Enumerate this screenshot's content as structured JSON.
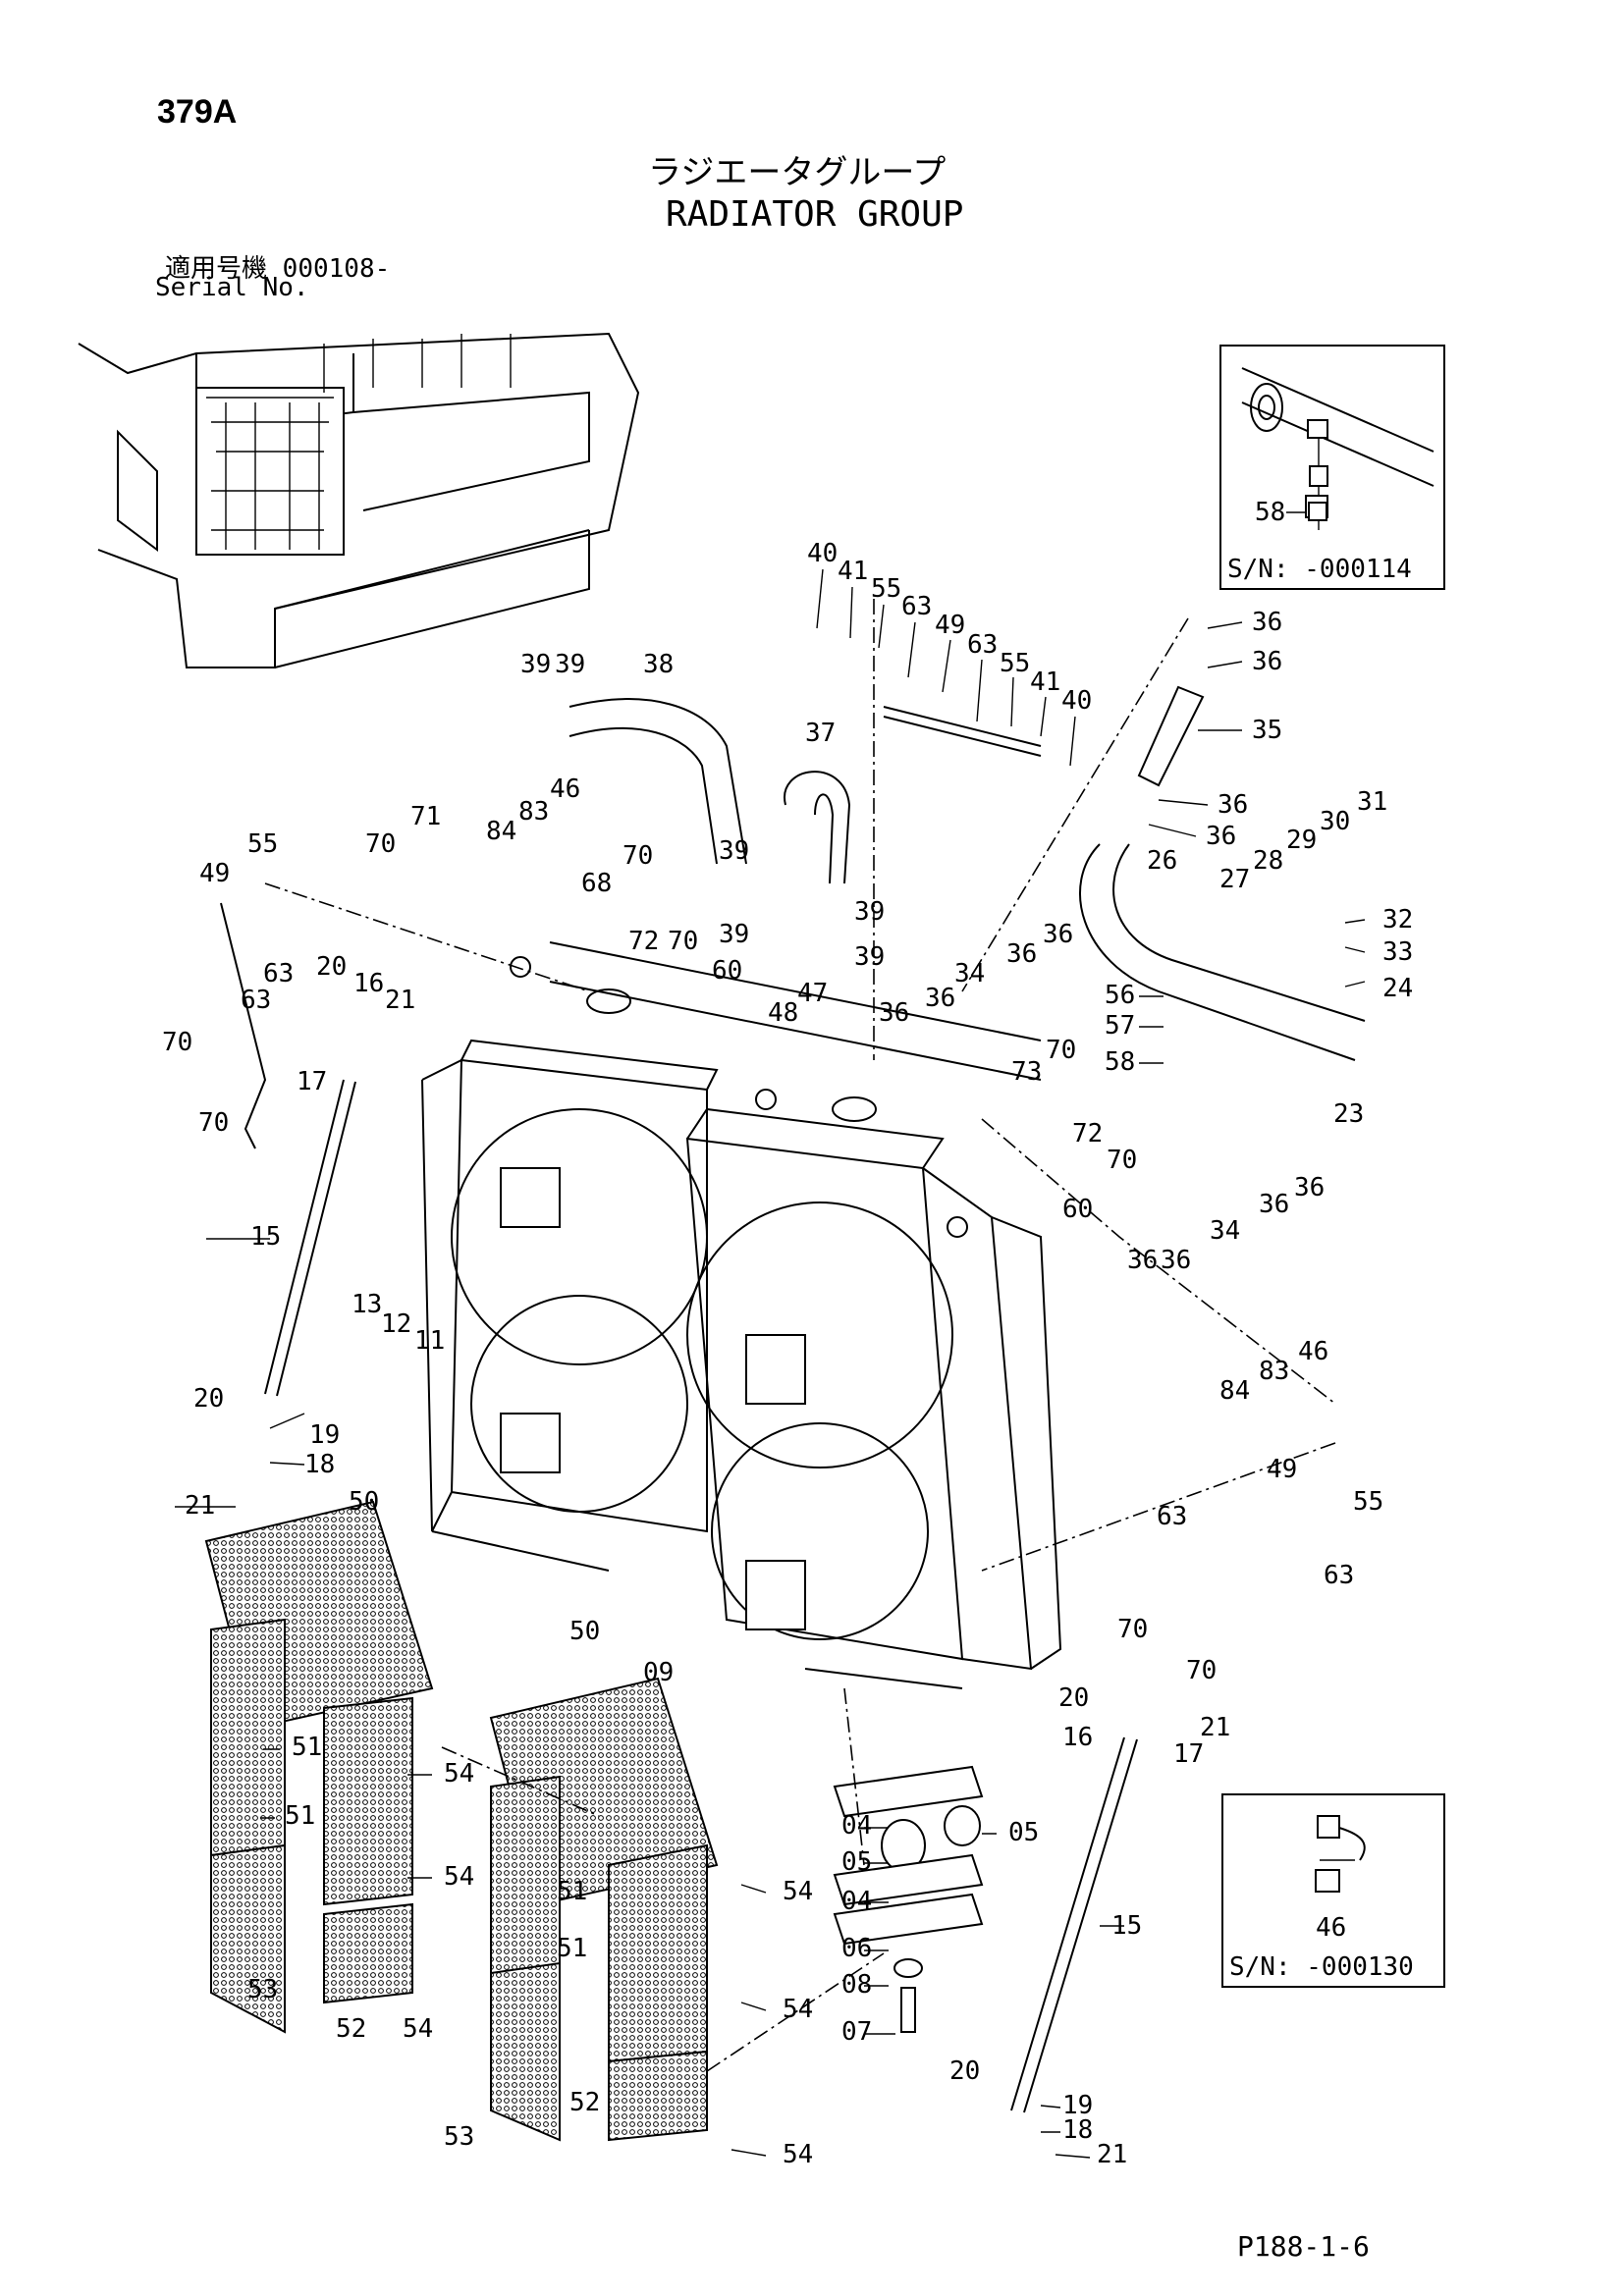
{
  "header": {
    "page_id": "379A",
    "title_jp": "ラジエータグループ",
    "title_en": "RADIATOR GROUP",
    "serial_label_jp": "適用号機",
    "serial_value": "000108-",
    "serial_label_en": "Serial No."
  },
  "insets": [
    {
      "serial": "S/N:  -000114",
      "labels": [
        "58"
      ]
    },
    {
      "serial": "S/N:  -000130",
      "labels": [
        "46"
      ]
    }
  ],
  "footer": {
    "page_ref": "P188-1-6"
  },
  "callouts": [
    "40",
    "41",
    "55",
    "63",
    "49",
    "63",
    "55",
    "41",
    "40",
    "39",
    "39",
    "38",
    "37",
    "36",
    "36",
    "35",
    "36",
    "36",
    "31",
    "30",
    "29",
    "28",
    "27",
    "26",
    "32",
    "33",
    "24",
    "56",
    "57",
    "58",
    "23",
    "84",
    "83",
    "46",
    "70",
    "71",
    "70",
    "68",
    "72",
    "70",
    "60",
    "39",
    "39",
    "39",
    "39",
    "55",
    "49",
    "63",
    "63",
    "70",
    "70",
    "20",
    "16",
    "21",
    "17",
    "15",
    "13",
    "12",
    "11",
    "48",
    "47",
    "36",
    "36",
    "34",
    "36",
    "36",
    "73",
    "70",
    "72",
    "70",
    "60",
    "36",
    "36",
    "34",
    "36",
    "36",
    "84",
    "83",
    "46",
    "20",
    "19",
    "18",
    "21",
    "50",
    "50",
    "49",
    "55",
    "63",
    "63",
    "70",
    "70",
    "51",
    "51",
    "53",
    "52",
    "54",
    "54",
    "54",
    "09",
    "04",
    "05",
    "05",
    "04",
    "06",
    "08",
    "07",
    "51",
    "51",
    "53",
    "52",
    "54",
    "54",
    "54",
    "20",
    "16",
    "21",
    "17",
    "15",
    "20",
    "19",
    "18",
    "21"
  ]
}
